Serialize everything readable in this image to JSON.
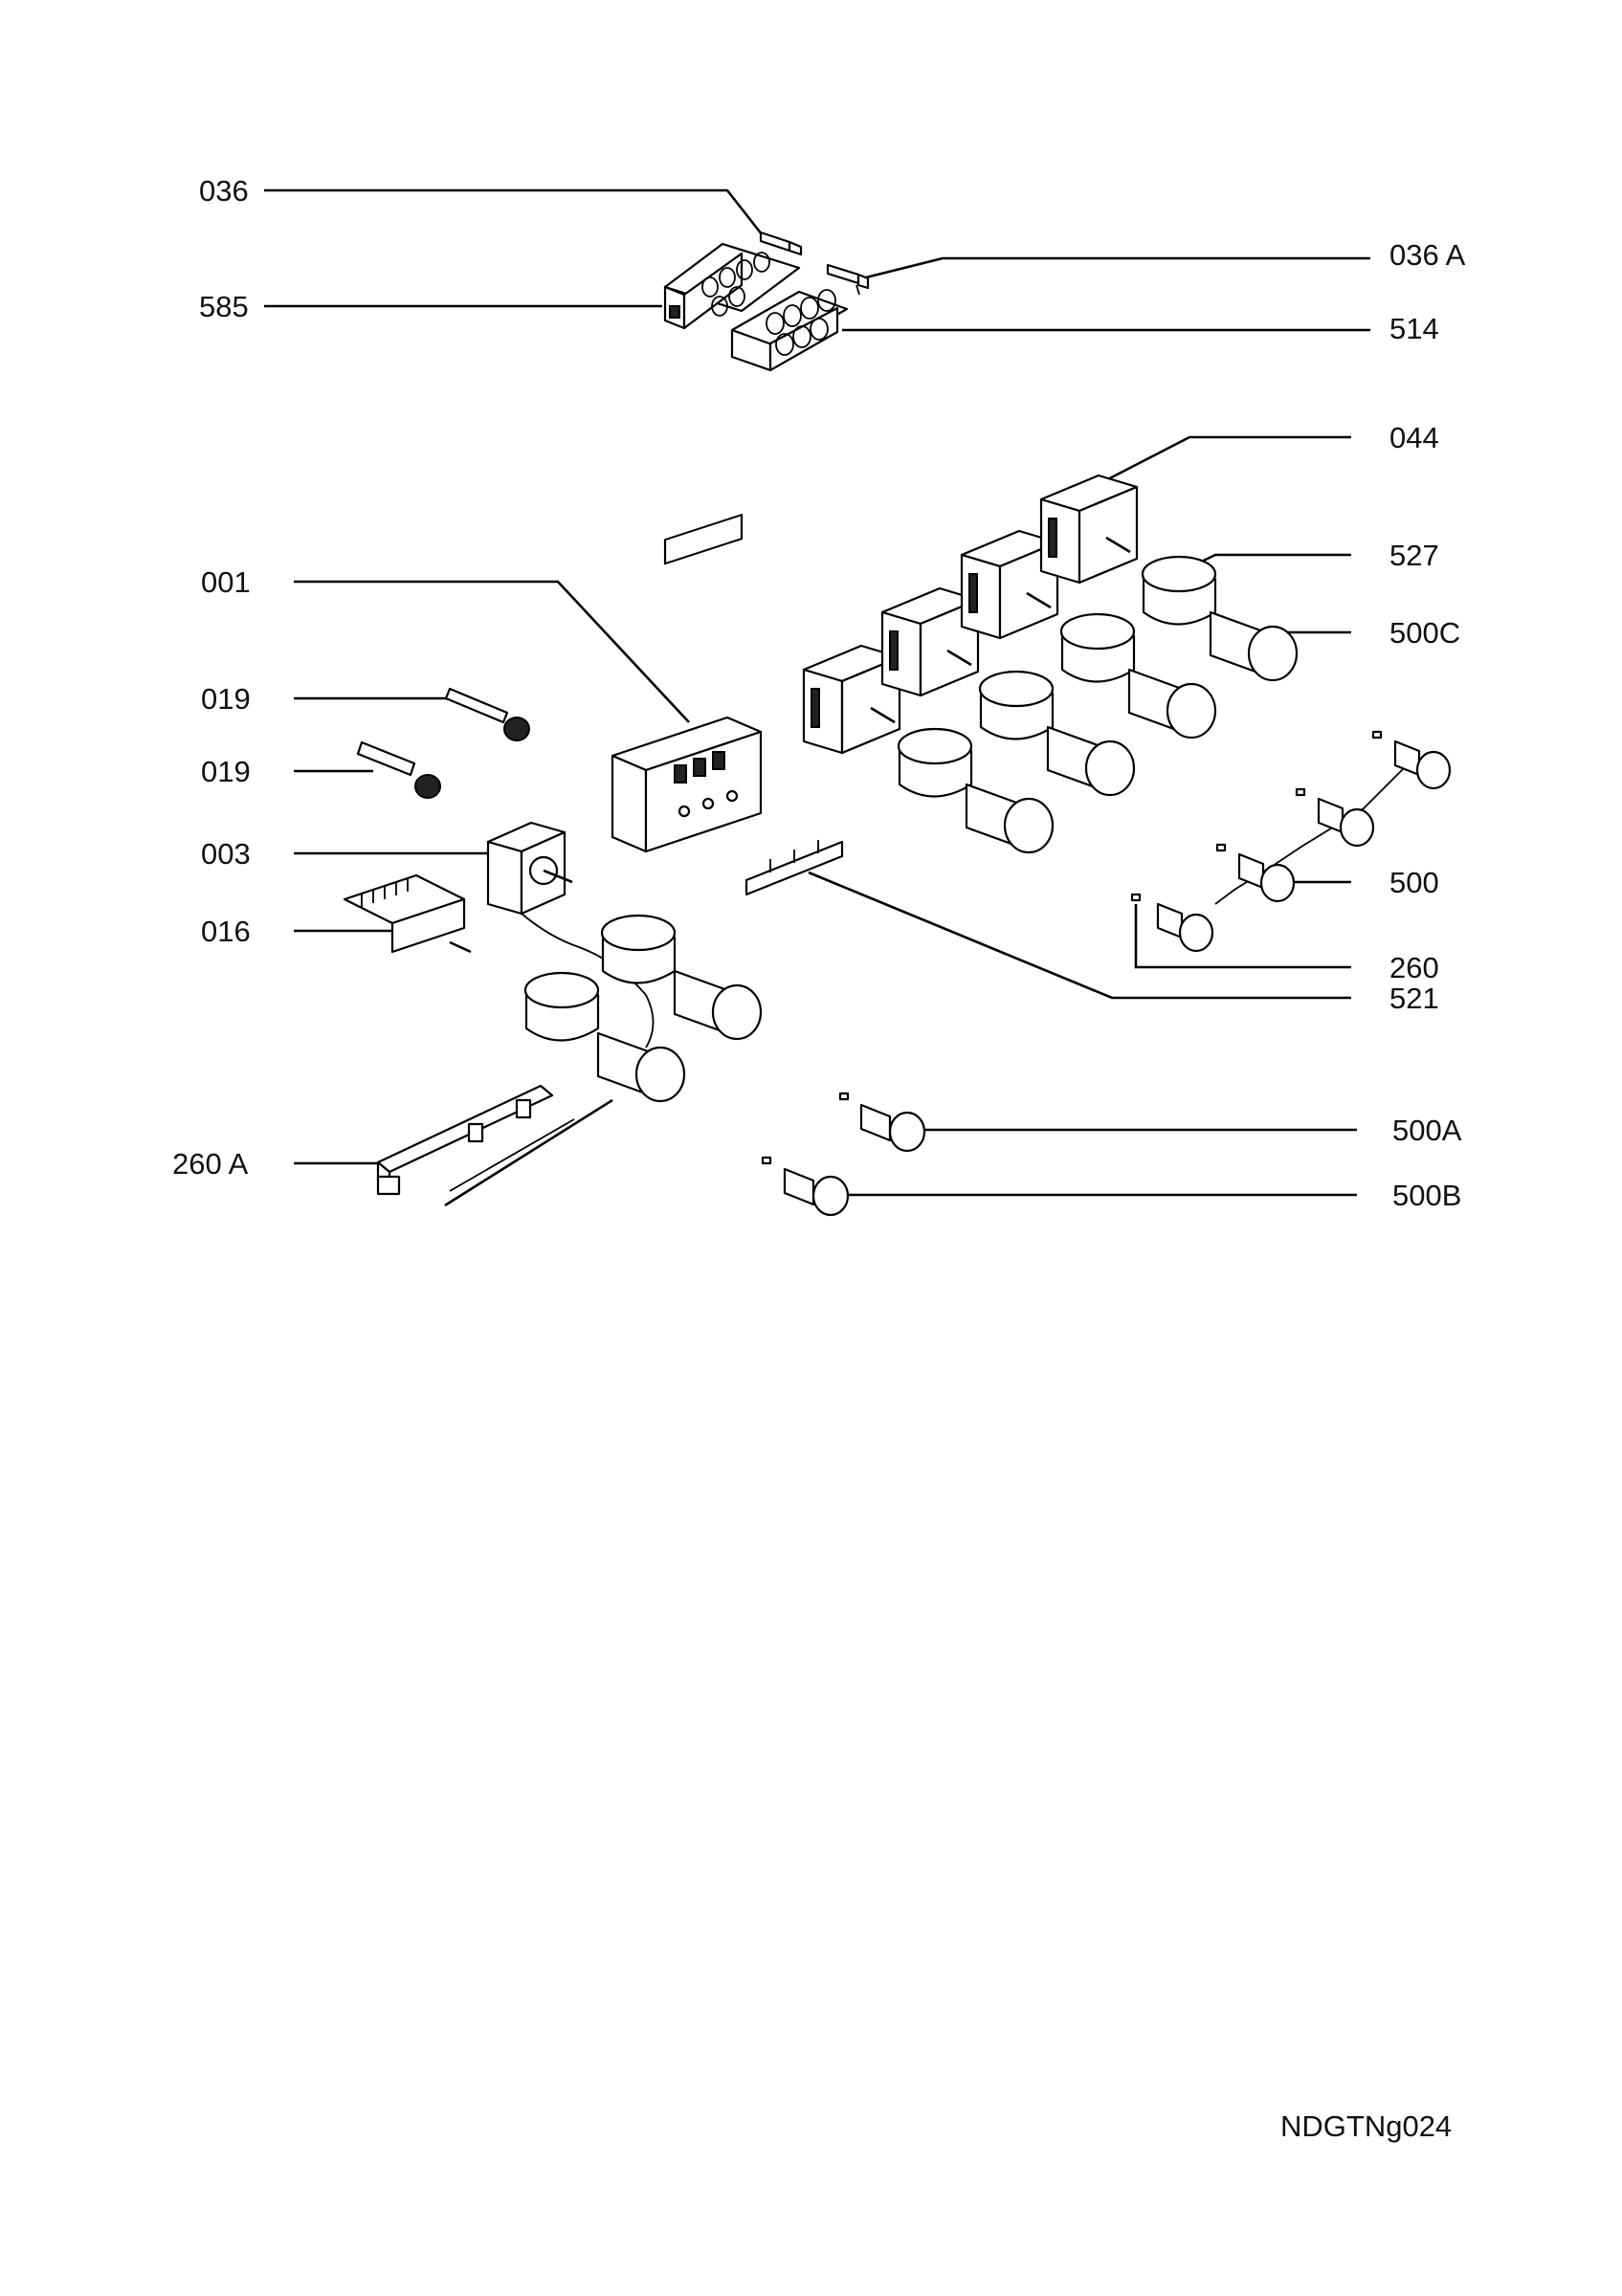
{
  "drawing_code": "NDGTNg024",
  "labels": {
    "p036": "036",
    "p036a": "036 A",
    "p585": "585",
    "p514": "514",
    "p044": "044",
    "p001": "001",
    "p527": "527",
    "p500c": "500C",
    "p019a": "019",
    "p019b": "019",
    "p003": "003",
    "p016": "016",
    "p500": "500",
    "p260": "260",
    "p521": "521",
    "p260a": "260 A",
    "p500a": "500A",
    "p500b": "500B"
  }
}
